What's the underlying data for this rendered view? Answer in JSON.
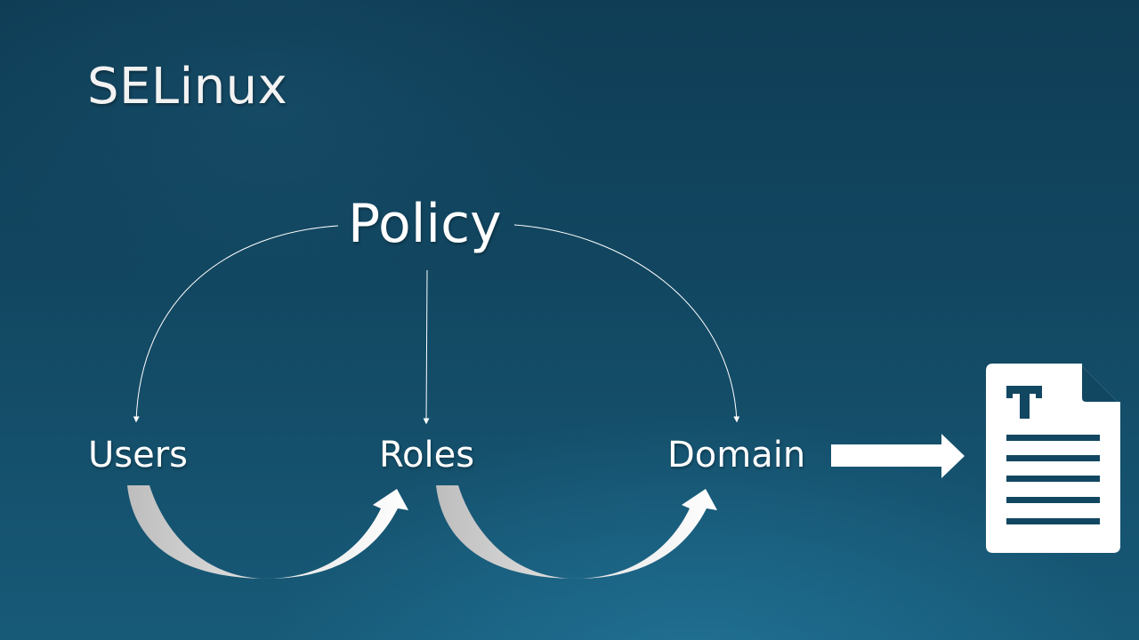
{
  "slide": {
    "title": "SELinux"
  },
  "diagram": {
    "policy_label": "Policy",
    "users_label": "Users",
    "roles_label": "Roles",
    "domain_label": "Domain",
    "icon": "text-document-icon",
    "colors": {
      "background_top": "#0f3d56",
      "background_bottom": "#175a78",
      "foreground": "#ffffff",
      "curved_arrow_shade": "#c9c9c9"
    }
  }
}
